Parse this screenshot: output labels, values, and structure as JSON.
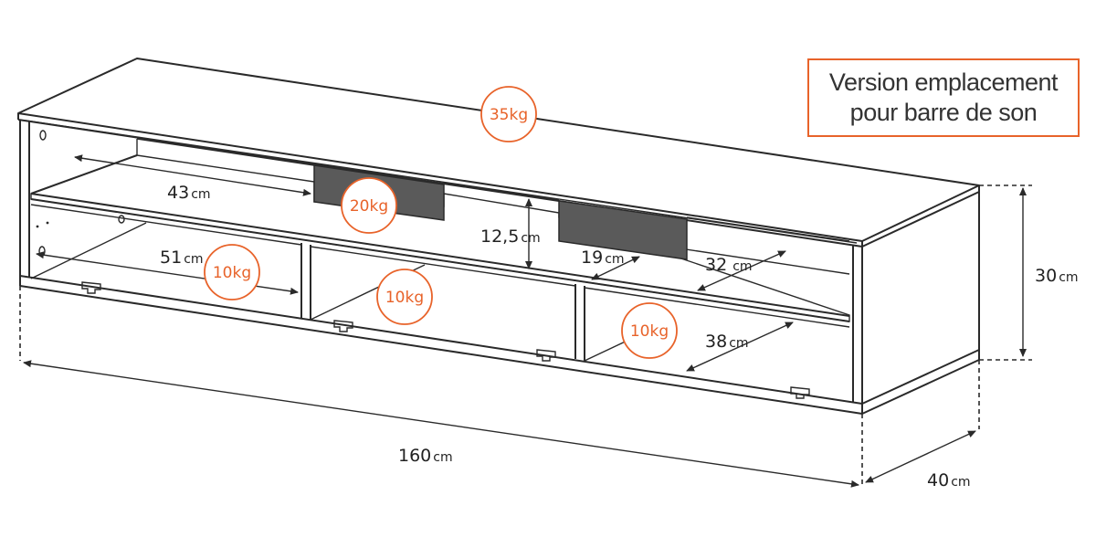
{
  "version_note": {
    "line1": "Version emplacement",
    "line2": "pour barre de son"
  },
  "dimensions": {
    "width": {
      "value": "160",
      "unit": "cm"
    },
    "depth": {
      "value": "40",
      "unit": "cm"
    },
    "height": {
      "value": "30",
      "unit": "cm"
    },
    "upper_shelf_width": {
      "value": "43",
      "unit": "cm"
    },
    "left_compartment_width": {
      "value": "51",
      "unit": "cm"
    },
    "shelf_gap": {
      "value": "12,5",
      "unit": "cm"
    },
    "soundbar_slot_depth": {
      "value": "19",
      "unit": "cm"
    },
    "right_upper_depth": {
      "value": "32",
      "unit": "cm"
    },
    "right_lower_depth": {
      "value": "38",
      "unit": "cm"
    }
  },
  "loads": {
    "top": "35kg",
    "upper_shelf": "20kg",
    "left_compartment": "10kg",
    "middle_compartment": "10kg",
    "right_compartment": "10kg"
  },
  "colors": {
    "accent": "#e8632a",
    "line": "#2a2a2a"
  }
}
